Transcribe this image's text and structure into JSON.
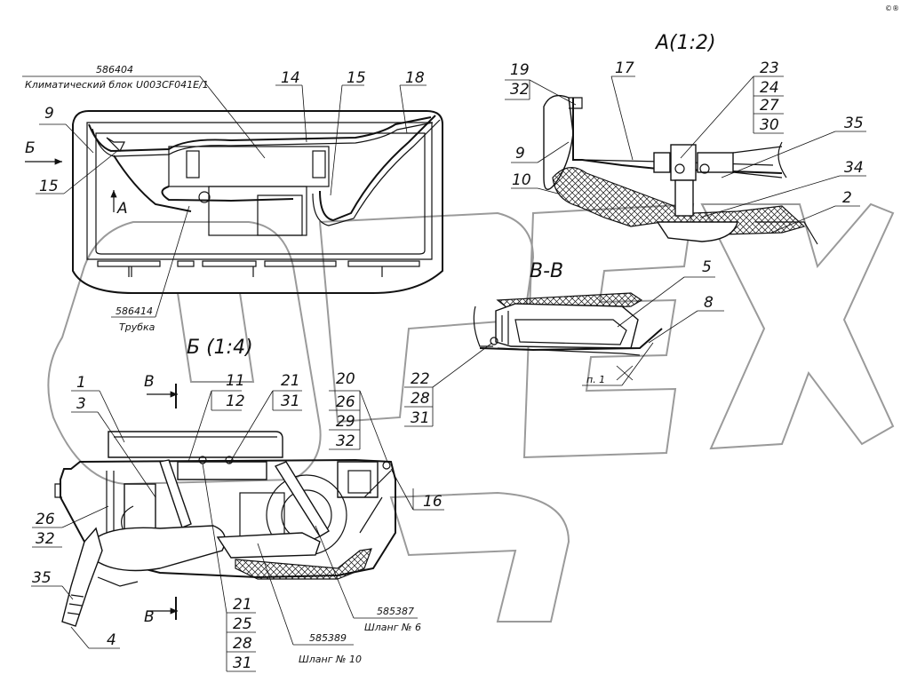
{
  "corner_mark": "©®",
  "views": {
    "A": "A(1:2)",
    "B": "Б (1:4)",
    "VV": "В-В",
    "cut_left": "Б",
    "cut_A": "A",
    "cut_B_top": "В",
    "cut_B_bottom": "В"
  },
  "callouts": {
    "climate_number": "586404",
    "climate_name": "Климатический блок U003CF041E/1",
    "tube_number": "586414",
    "tube_name": "Трубка",
    "hose6_number": "585387",
    "hose6_name": "Шланг № 6",
    "hose10_number": "585389",
    "hose10_name": "Шланг № 10",
    "note": "п. 1"
  },
  "labels": {
    "n9_top": "9",
    "n15_left": "15",
    "n14": "14",
    "n15_top": "15",
    "n18": "18",
    "n19": "19",
    "n32_a": "32",
    "n17": "17",
    "n23": "23",
    "n24": "24",
    "n27": "27",
    "n30": "30",
    "n35_a": "35",
    "n9_a": "9",
    "n34": "34",
    "n10": "10",
    "n2": "2",
    "n5": "5",
    "n8": "8",
    "n22": "22",
    "n28_v": "28",
    "n31_v": "31",
    "n1": "1",
    "n3": "3",
    "n11": "11",
    "n12": "12",
    "n21_top": "21",
    "n31_top": "31",
    "n20": "20",
    "n26_top": "26",
    "n29": "29",
    "n32_top": "32",
    "n16": "16",
    "n26_left": "26",
    "n32_left": "32",
    "n35_left": "35",
    "n4": "4",
    "n21_bot": "21",
    "n25": "25",
    "n28_bot": "28",
    "n31_bot": "31"
  }
}
